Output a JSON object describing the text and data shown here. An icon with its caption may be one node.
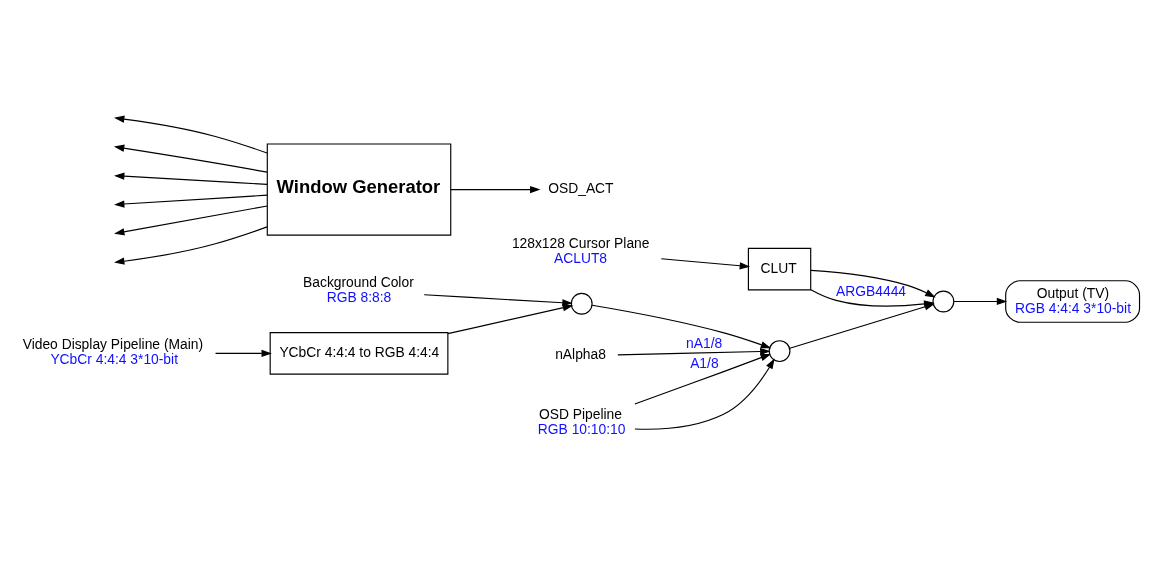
{
  "diagram": {
    "nodes": [
      {
        "text": [
          "Background Color",
          "RGB 8:8:8"
        ]
      },
      {
        "text": [
          "Video Display Pipeline (Main)",
          "YCbCr 4:4:4 3*10-bit"
        ]
      },
      {
        "text": [
          "YCbCr 4:4:4 to RGB 4:4:4"
        ]
      },
      {
        "text": [],
        "shape": "circle"
      },
      {
        "text": [
          "Window Generator"
        ]
      },
      {
        "text": [
          "OSD_ACT"
        ]
      },
      {
        "text": [
          "OSD Pipeline",
          "RGB 10:10:10"
        ]
      },
      {
        "text": [
          "nAlpha8"
        ]
      },
      {
        "text": [],
        "shape": "circle"
      },
      {
        "text": [],
        "shape": "circle"
      },
      {
        "text": [
          "Output (TV)",
          "RGB 4:4:4 3*10-bit"
        ]
      },
      {
        "text": [
          "128x128 Cursor Plane",
          "ACLUT8"
        ]
      },
      {
        "text": [
          "CLUT"
        ]
      }
    ],
    "edges": [
      {
        "from": 0,
        "to": 3,
        "arrow": "to"
      },
      {
        "from": 1,
        "to": 2,
        "arrow": "to"
      },
      {
        "from": 2,
        "to": 3,
        "arrow": "to"
      },
      {
        "from": 4,
        "to": null,
        "arrow": "to"
      },
      {
        "from": 4,
        "to": null,
        "arrow": "to"
      },
      {
        "from": 4,
        "to": null,
        "arrow": "to"
      },
      {
        "from": 4,
        "to": null,
        "arrow": "to"
      },
      {
        "from": 4,
        "to": null,
        "arrow": "to"
      },
      {
        "from": 4,
        "to": null,
        "arrow": "to"
      },
      {
        "from": 4,
        "to": 5,
        "arrow": "to"
      },
      {
        "from": 3,
        "to": 8,
        "arrow": "to"
      },
      {
        "from": 6,
        "to": 8,
        "arrow": "to"
      },
      {
        "from": 6,
        "to": 8,
        "arrow": "to",
        "label": "A1/8"
      },
      {
        "from": 7,
        "to": 8,
        "arrow": "to",
        "label": "nA1/8"
      },
      {
        "from": 8,
        "to": 9,
        "arrow": "to"
      },
      {
        "from": 11,
        "to": 12,
        "arrow": "to"
      },
      {
        "from": 12,
        "to": 9,
        "arrow": "to",
        "label": "ARGB4444"
      },
      {
        "from": 12,
        "to": 9,
        "arrow": "to"
      },
      {
        "from": 9,
        "to": 10,
        "arrow": "to"
      }
    ]
  }
}
